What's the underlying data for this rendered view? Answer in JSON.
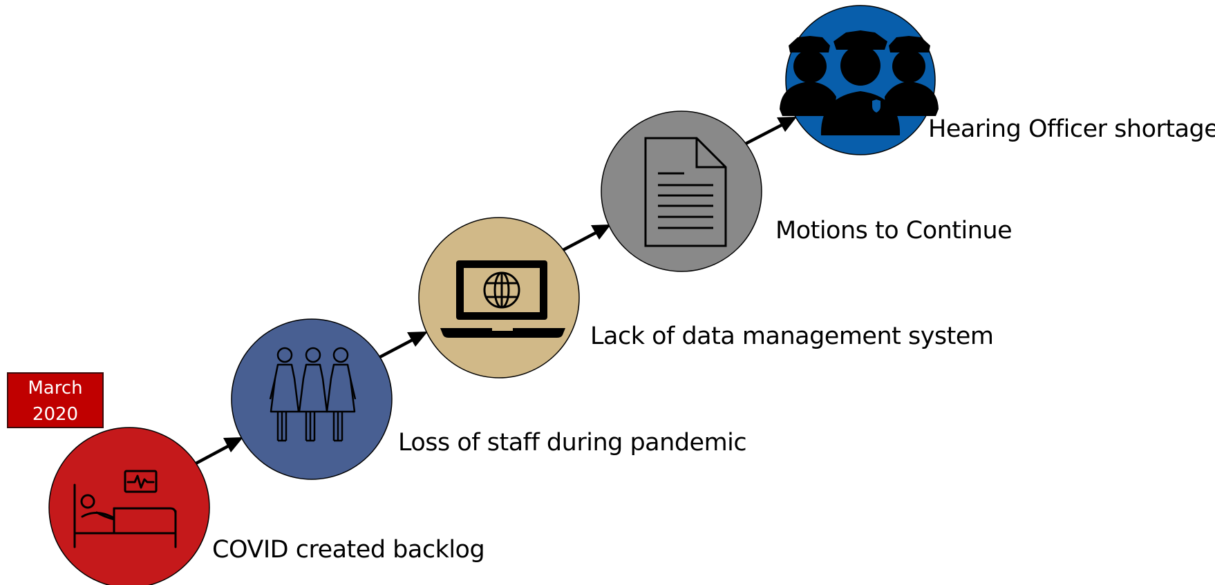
{
  "date_badge": {
    "line1": "March",
    "line2": "2020",
    "color": "#c00000"
  },
  "steps": [
    {
      "label": "COVID created backlog",
      "icon": "hospital-bed-icon",
      "color": "#c5191b"
    },
    {
      "label": "Loss of staff during pandemic",
      "icon": "staff-group-icon",
      "color": "#485f92"
    },
    {
      "label": "Lack of data management system",
      "icon": "laptop-globe-icon",
      "color": "#d1b988"
    },
    {
      "label": "Motions to Continue",
      "icon": "document-icon",
      "color": "#898989"
    },
    {
      "label": "Hearing Officer shortage",
      "icon": "officers-icon",
      "color": "#085eab"
    }
  ]
}
